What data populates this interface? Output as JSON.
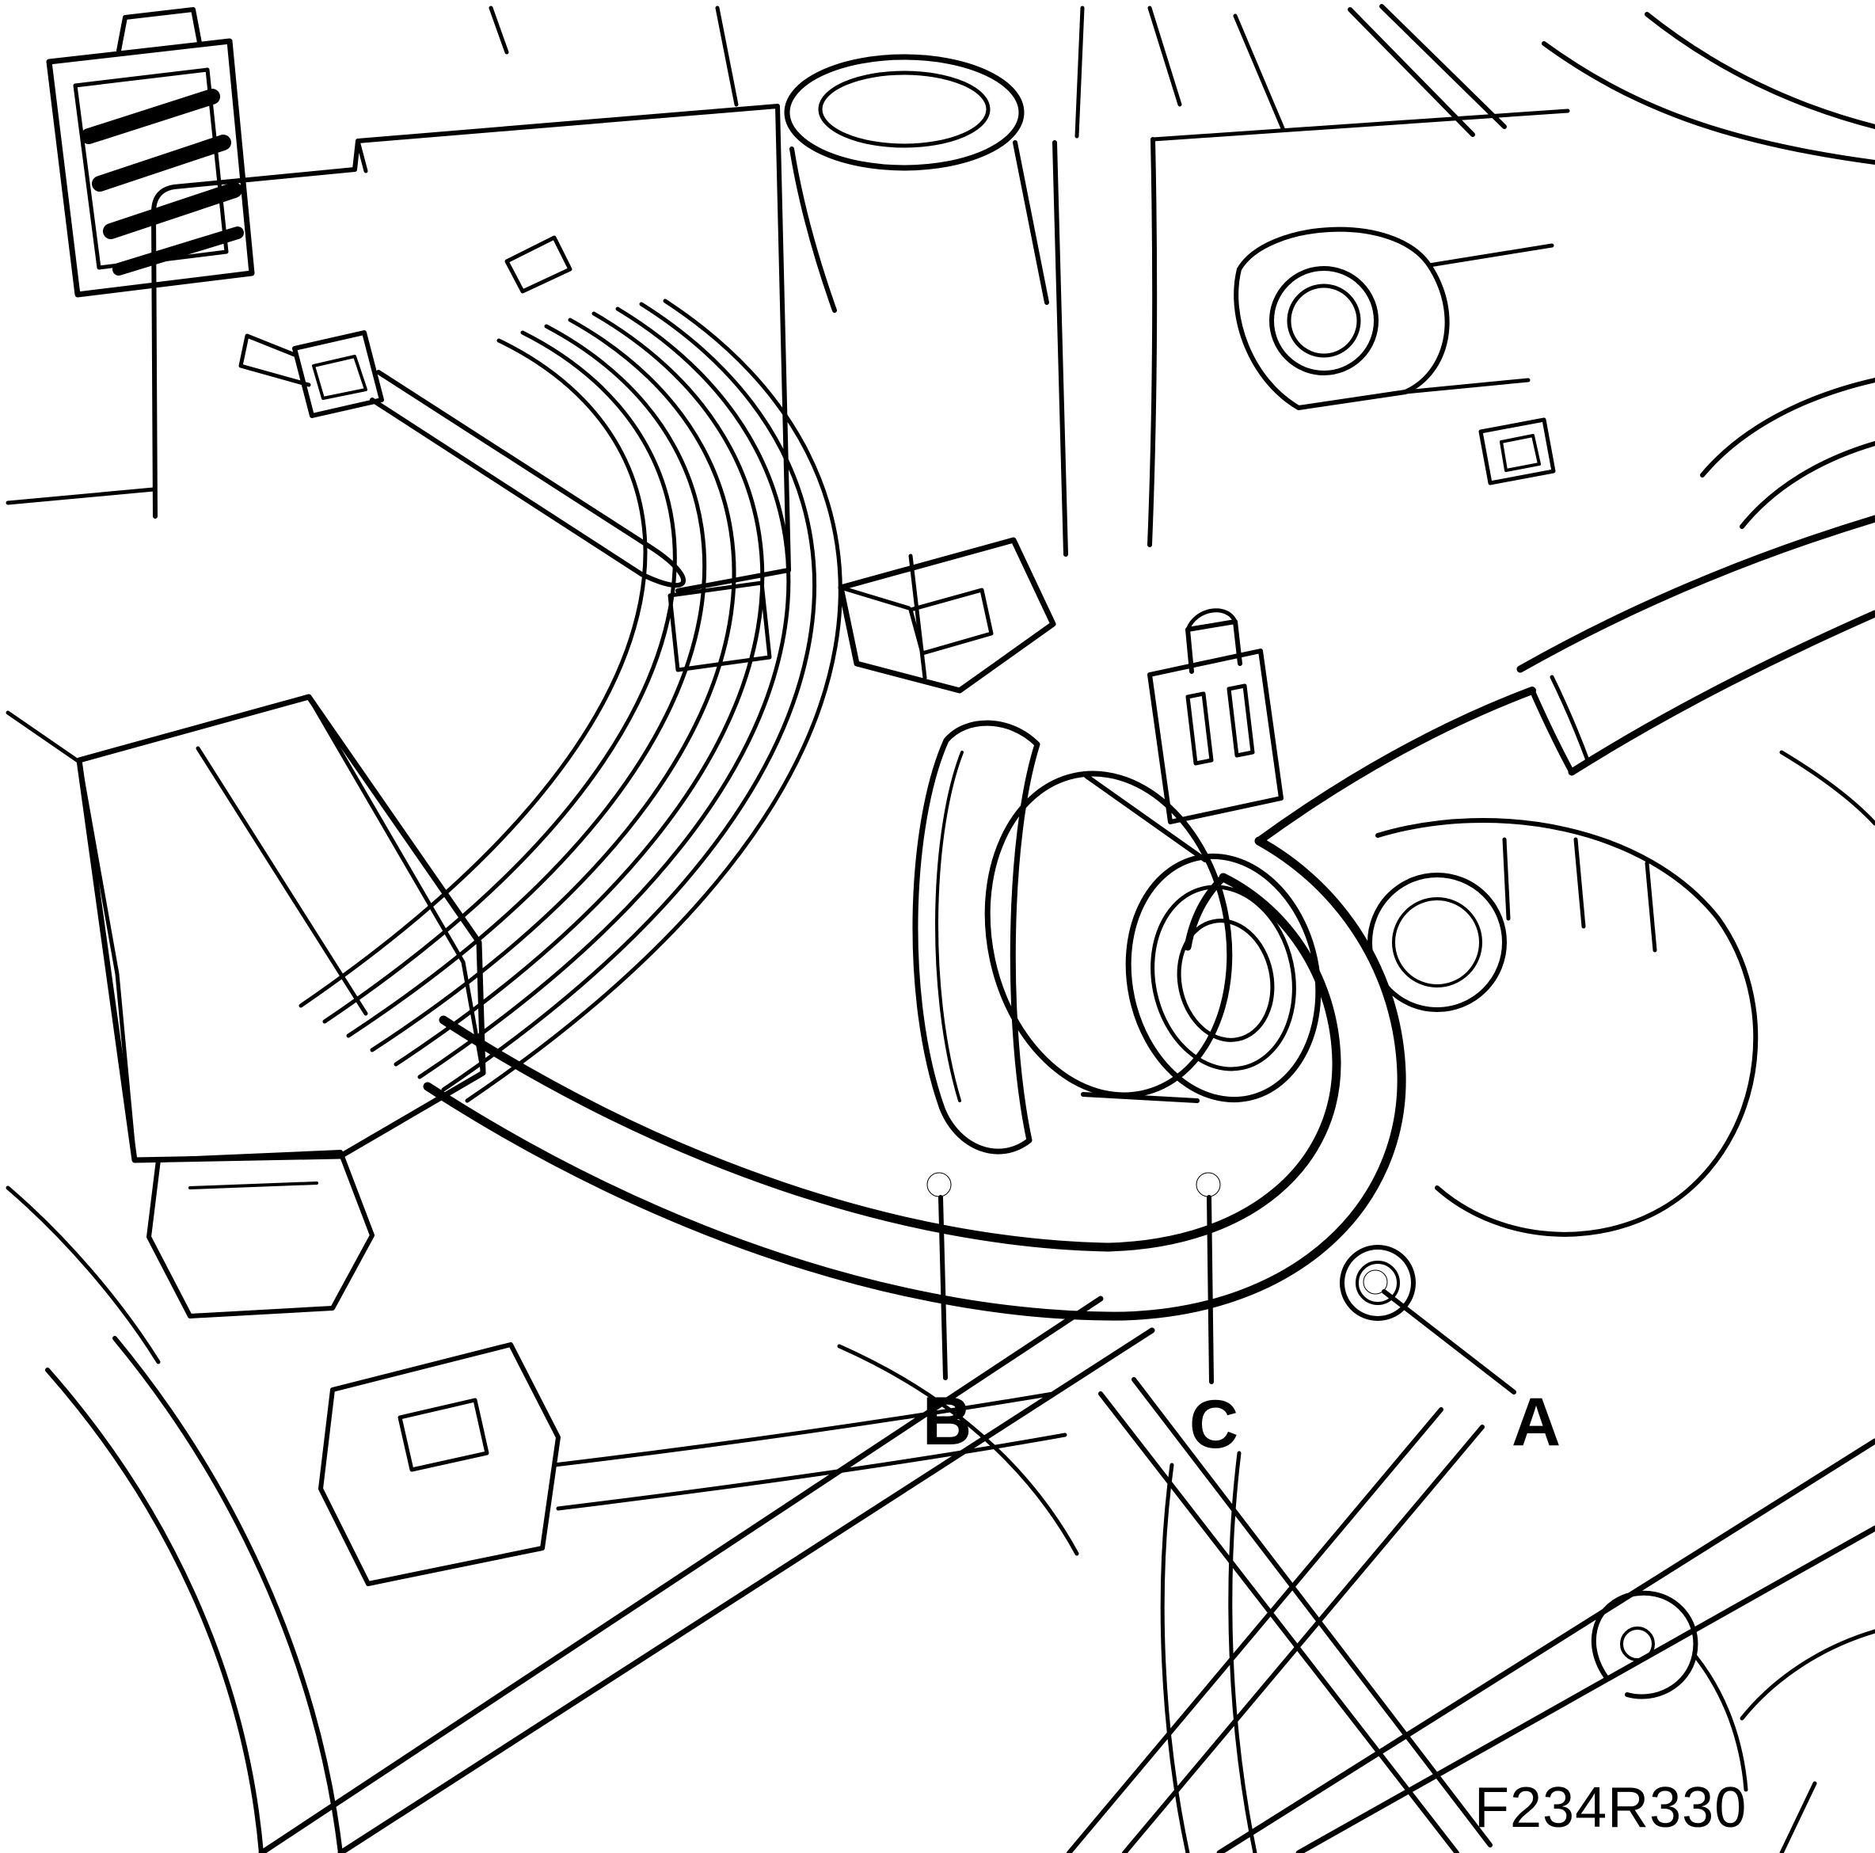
{
  "labels": [
    {
      "id": "B",
      "text": "B"
    },
    {
      "id": "C",
      "text": "C"
    },
    {
      "id": "A",
      "text": "A"
    }
  ],
  "figure_code": "F234R330",
  "colors": {
    "line": "#000000",
    "background": "#ffffff"
  }
}
